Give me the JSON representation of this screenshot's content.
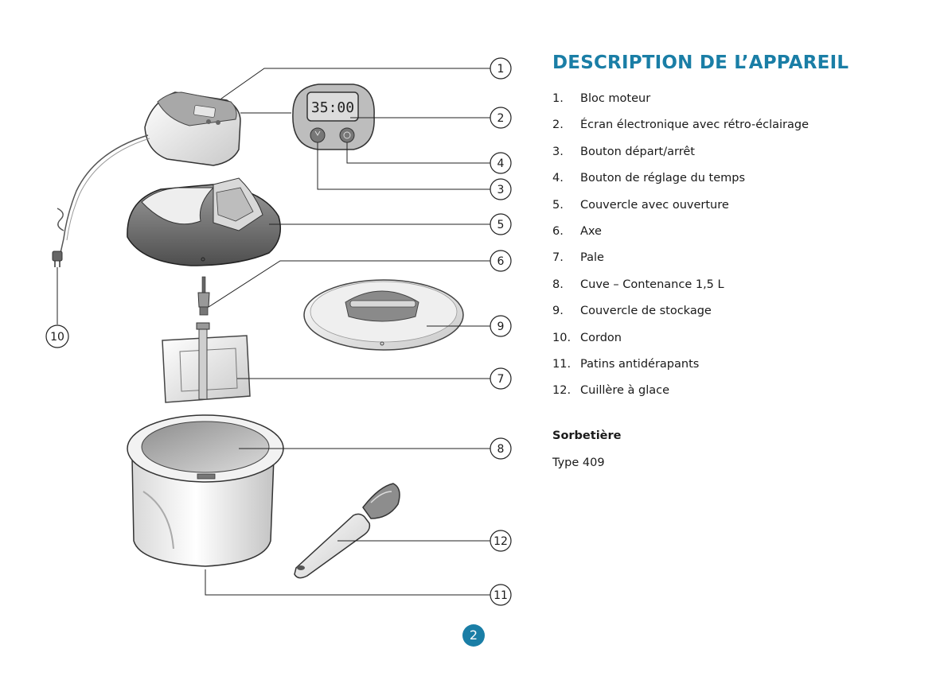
{
  "title": "DESCRIPTION DE L’APPAREIL",
  "display_time": "35:00",
  "parts": [
    {
      "num": "1.",
      "label": "Bloc moteur"
    },
    {
      "num": "2.",
      "label": "Écran électronique avec rétro-éclairage"
    },
    {
      "num": "3.",
      "label": "Bouton départ/arrêt"
    },
    {
      "num": "4.",
      "label": "Bouton de réglage du temps"
    },
    {
      "num": "5.",
      "label": "Couvercle avec ouverture"
    },
    {
      "num": "6.",
      "label": "Axe"
    },
    {
      "num": "7.",
      "label": "Pale"
    },
    {
      "num": "8.",
      "label": "Cuve – Contenance 1,5 L"
    },
    {
      "num": "9.",
      "label": "Couvercle de stockage"
    },
    {
      "num": "10.",
      "label": "Cordon"
    },
    {
      "num": "11.",
      "label": "Patins antidérapants"
    },
    {
      "num": "12.",
      "label": "Cuillère à glace"
    }
  ],
  "callouts": [
    "1",
    "2",
    "3",
    "4",
    "5",
    "6",
    "7",
    "8",
    "9",
    "10",
    "11",
    "12"
  ],
  "product_name": "Sorbetière",
  "product_type": "Type 409",
  "page_number": "2",
  "colors": {
    "accent": "#1a7ea6",
    "text": "#1a1a1a",
    "line": "#222222"
  }
}
